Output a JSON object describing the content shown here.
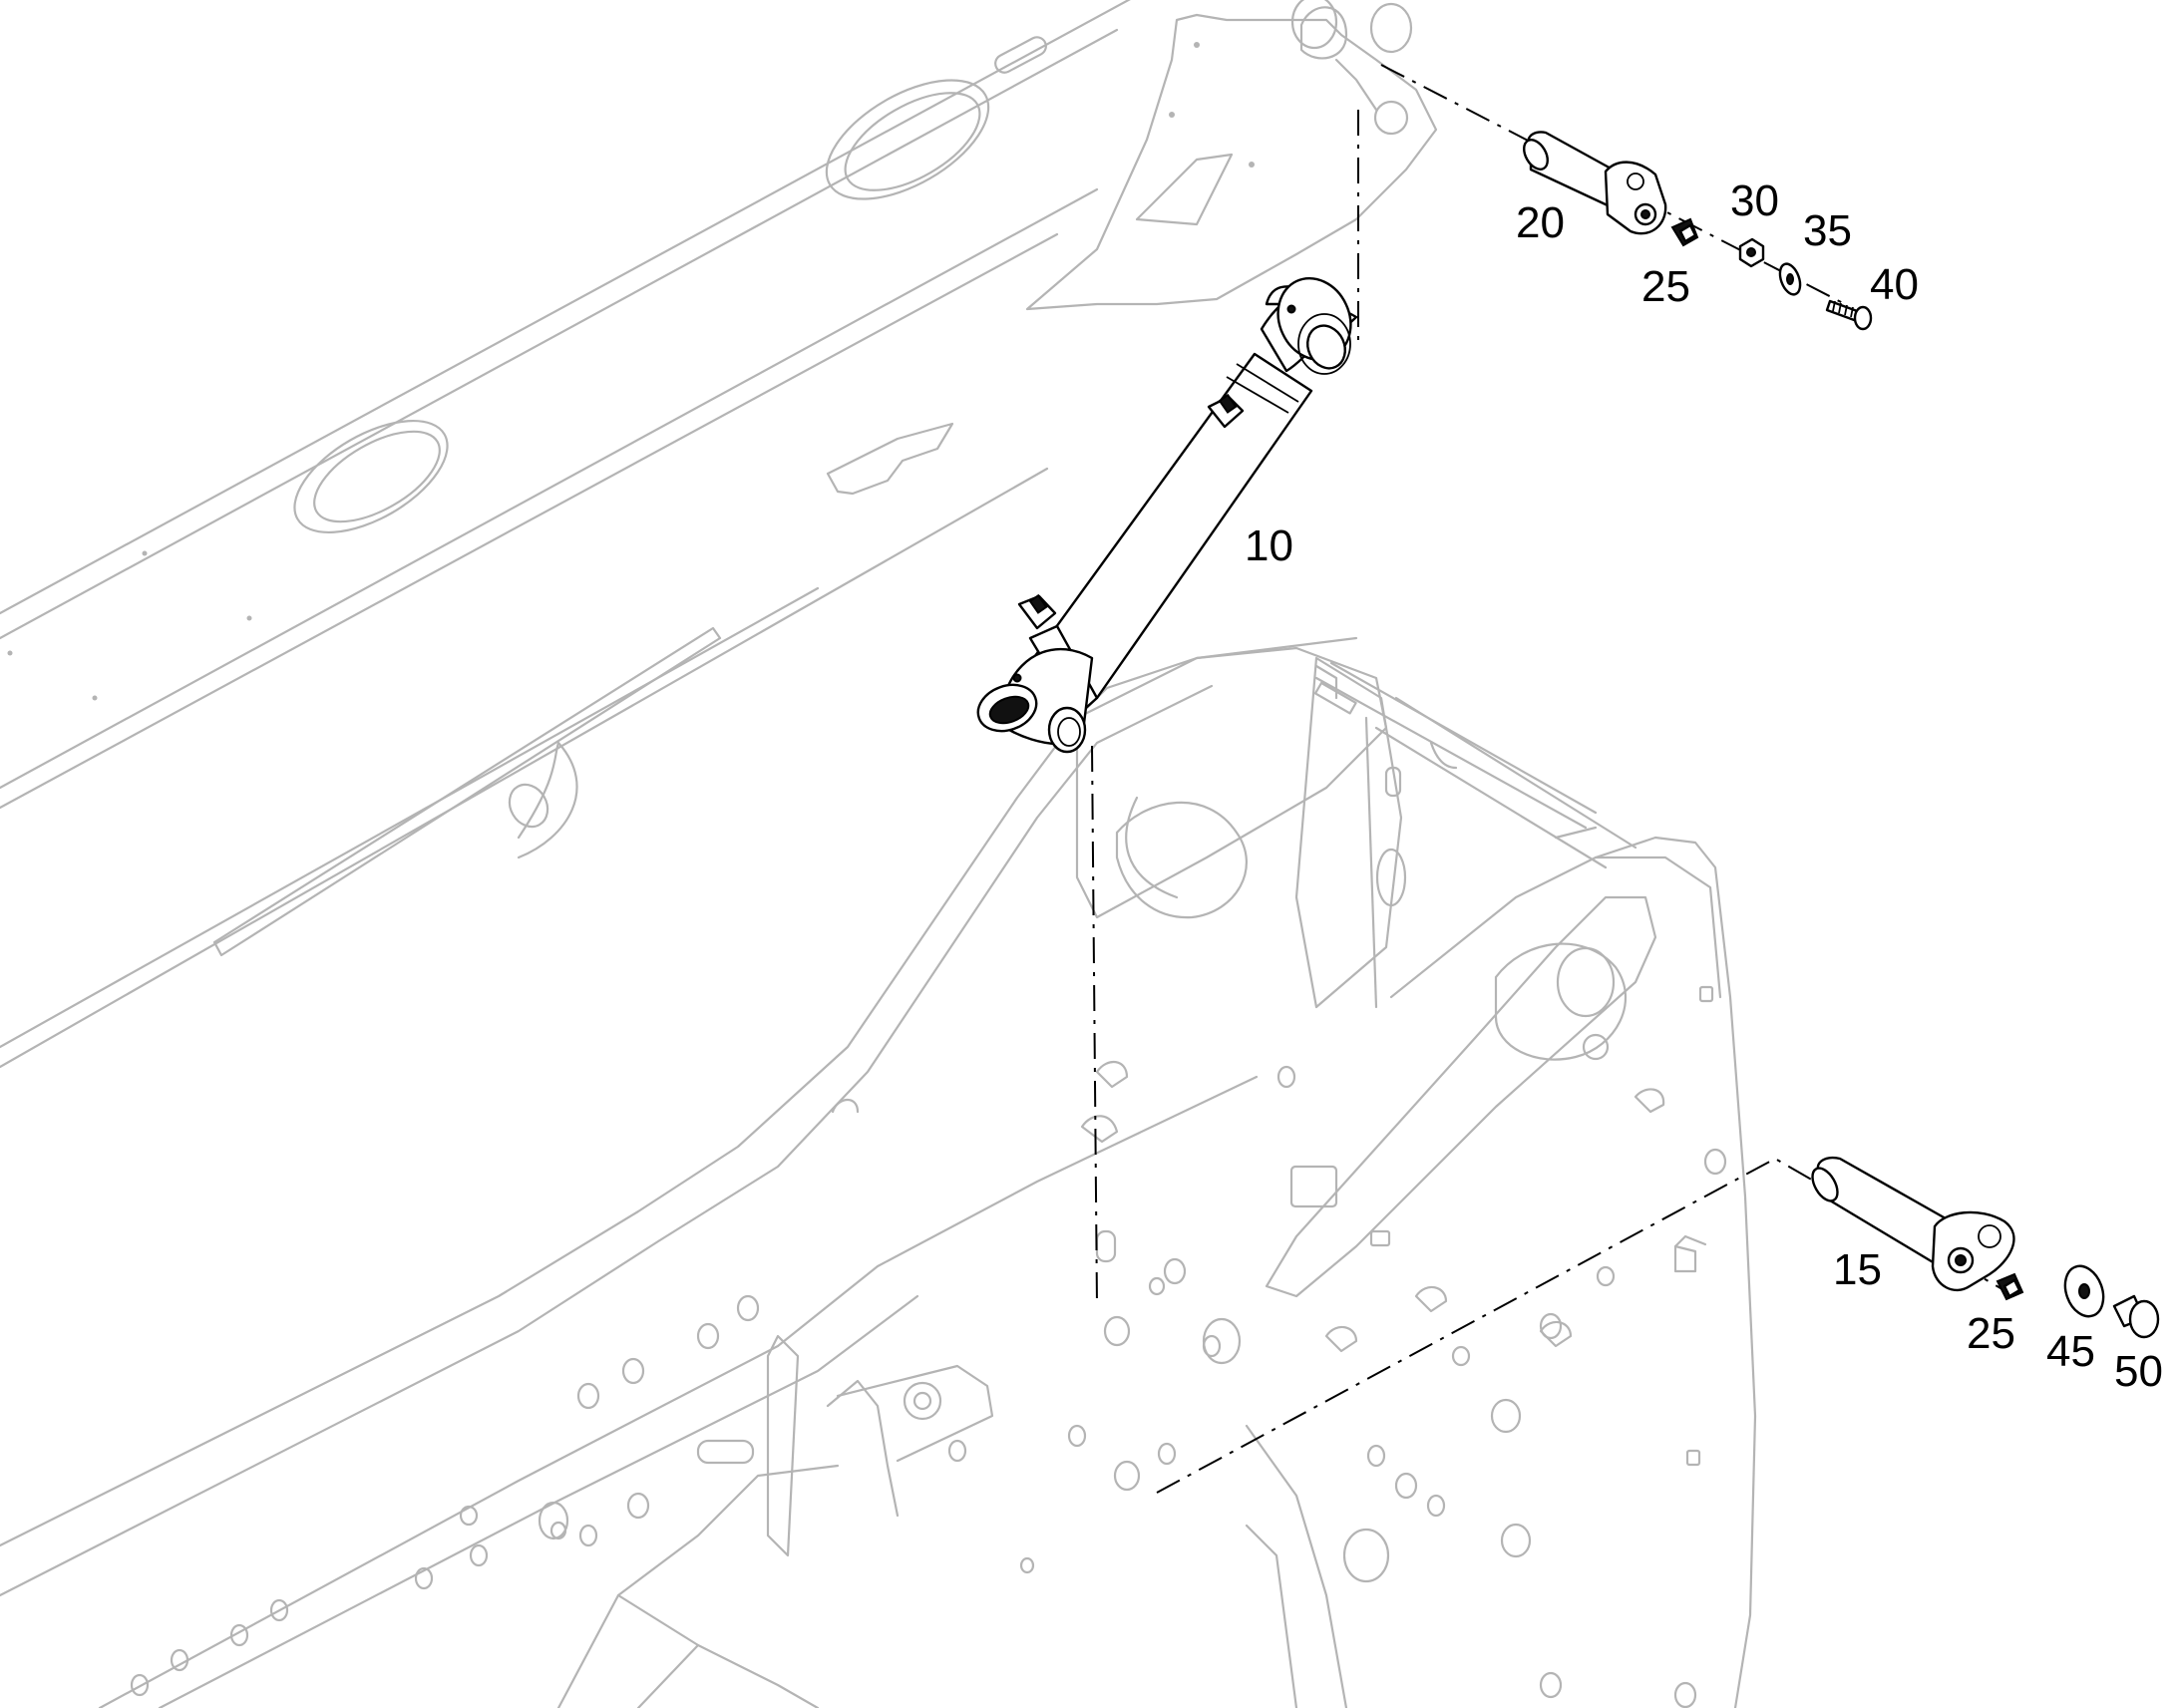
{
  "diagram": {
    "type": "exploded-parts-view",
    "callouts": {
      "c10": "10",
      "c15": "15",
      "c20": "20",
      "c25_top": "25",
      "c25_bottom": "25",
      "c30": "30",
      "c35": "35",
      "c40": "40",
      "c45": "45",
      "c50": "50"
    },
    "colors": {
      "background": "#ffffff",
      "highlighted_parts": "#000000",
      "context_structure": "#b4b4b4"
    }
  }
}
